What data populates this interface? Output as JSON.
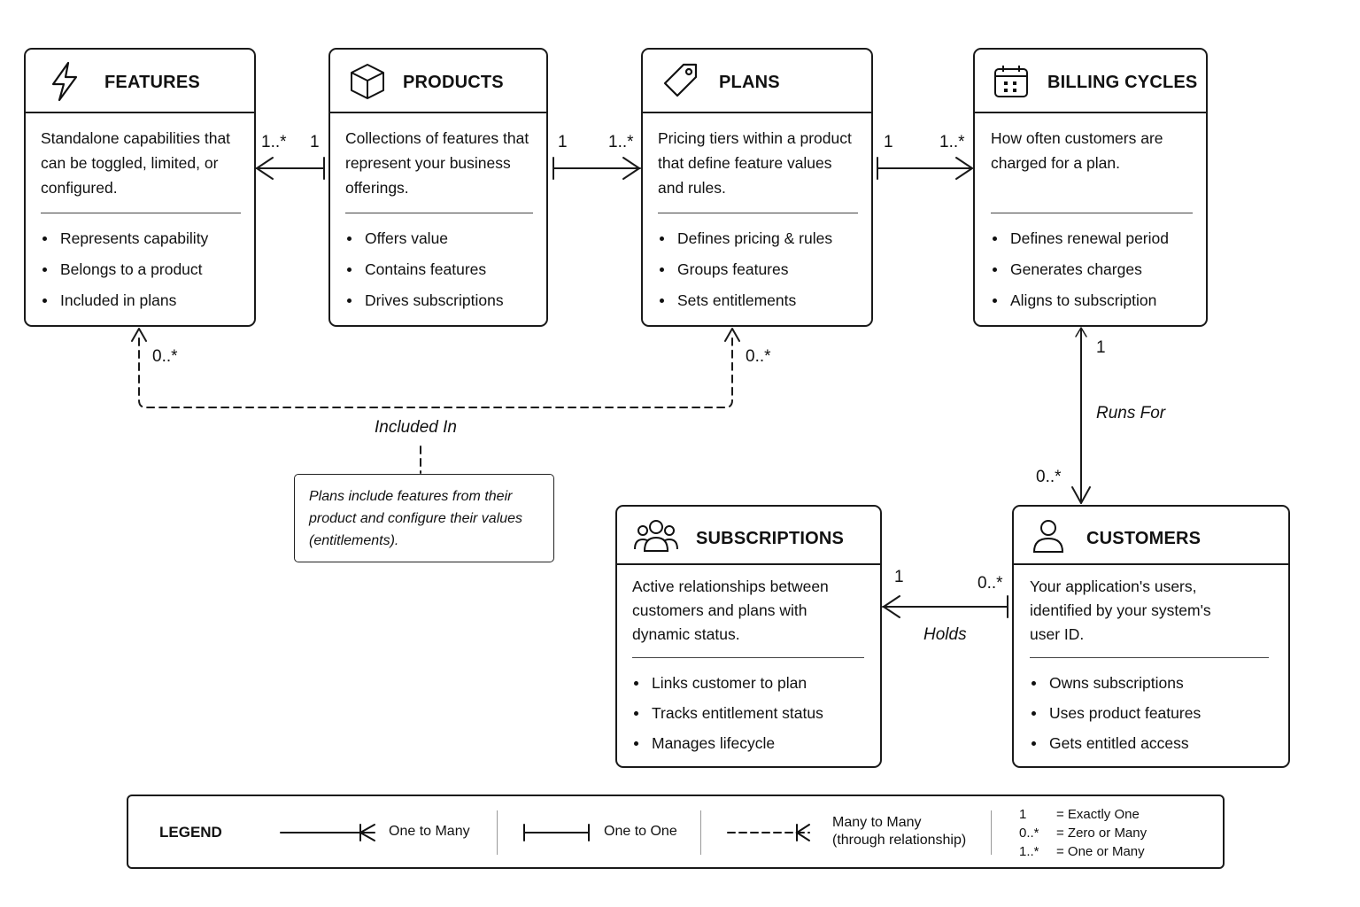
{
  "entities": {
    "features": {
      "title": "FEATURES",
      "icon": "lightning-bolt-icon",
      "desc": [
        "Standalone capabilities that",
        "can be toggled, limited, or",
        "configured."
      ],
      "bullets": [
        "Represents capability",
        "Belongs to a product",
        "Included in plans"
      ]
    },
    "products": {
      "title": "PRODUCTS",
      "icon": "box-icon",
      "desc": [
        "Collections of features that",
        "represent your business",
        "offerings."
      ],
      "bullets": [
        "Offers value",
        "Contains features",
        "Drives subscriptions"
      ]
    },
    "plans": {
      "title": "PLANS",
      "icon": "price-tag-icon",
      "desc": [
        "Pricing tiers within a product",
        "that define feature values",
        "and rules."
      ],
      "bullets": [
        "Defines pricing & rules",
        "Groups features",
        "Sets entitlements"
      ]
    },
    "billing": {
      "title": "BILLING CYCLES",
      "icon": "calendar-icon",
      "desc": [
        "How often customers are",
        "charged for a plan."
      ],
      "bullets": [
        "Defines renewal period",
        "Generates charges",
        "Aligns to subscription"
      ]
    },
    "subscriptions": {
      "title": "SUBSCRIPTIONS",
      "icon": "user-group-icon",
      "desc": [
        "Active relationships between",
        "customers and plans with",
        "dynamic status."
      ],
      "bullets": [
        "Links customer to plan",
        "Tracks entitlement status",
        "Manages lifecycle"
      ]
    },
    "customers": {
      "title": "CUSTOMERS",
      "icon": "user-icon",
      "desc": [
        "Your application's users,",
        "identified by your system's",
        "user ID."
      ],
      "bullets": [
        "Owns subscriptions",
        "Uses product features",
        "Gets entitled access"
      ]
    }
  },
  "multiplicities": {
    "features_products_many": "1..*",
    "features_products_one": "1",
    "products_plans_one": "1",
    "products_plans_many": "1..*",
    "plans_billing_one": "1",
    "plans_billing_many": "1..*",
    "features_included": "0..*",
    "plans_included": "0..*",
    "billing_runs_one": "1",
    "customers_runs_many": "0..*",
    "subscriptions_holds_one": "1",
    "customers_holds_many": "0..*"
  },
  "relationships": {
    "included_in": "Included In",
    "runs_for": "Runs For",
    "holds": "Holds"
  },
  "note": [
    "Plans include features from their",
    "product and configure their values",
    "(entitlements)."
  ],
  "legend": {
    "title": "LEGEND",
    "one_to_many": "One to Many",
    "one_to_one": "One to One",
    "many_to_many": [
      "Many to Many",
      "(through relationship)"
    ],
    "keys": [
      {
        "symbol": "1",
        "meaning": "= Exactly One"
      },
      {
        "symbol": "0..*",
        "meaning": "= Zero or Many"
      },
      {
        "symbol": "1..*",
        "meaning": "= One or Many"
      }
    ]
  }
}
